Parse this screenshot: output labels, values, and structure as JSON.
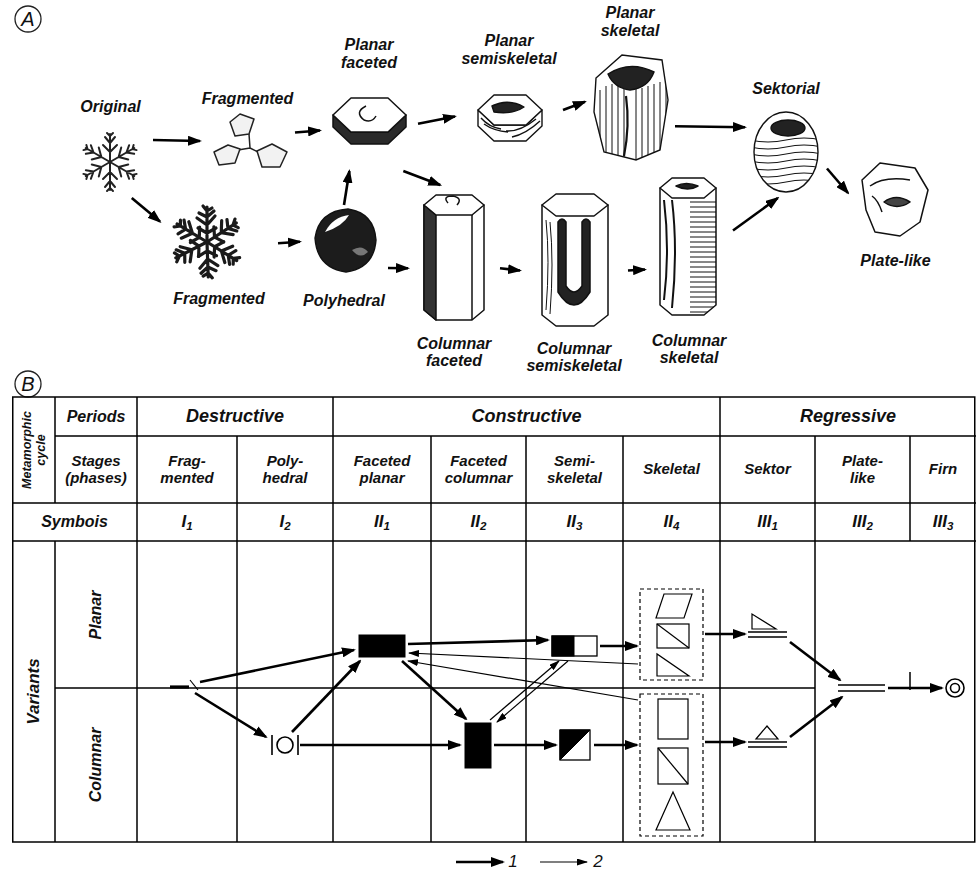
{
  "diagram": {
    "nodes": [
      {
        "text": [
          "Original"
        ]
      },
      {
        "text": [
          "Fragmented"
        ]
      },
      {
        "text": [
          "Planar faceted"
        ]
      },
      {
        "text": [
          "Planar semiskeletal"
        ]
      },
      {
        "text": [
          "Planar skeletal"
        ]
      },
      {
        "text": [
          "Sektorial"
        ]
      },
      {
        "text": [
          "Plate-like"
        ]
      },
      {
        "text": [
          "Fragmented"
        ]
      },
      {
        "text": [
          "Polyhedral"
        ]
      },
      {
        "text": [
          "Columnar faceted"
        ]
      },
      {
        "text": [
          "Columnar semiskeletal"
        ]
      },
      {
        "text": [
          "Columnar skeletal"
        ]
      }
    ],
    "edges": [
      {
        "from": 0,
        "to": 1,
        "arrow": "to"
      },
      {
        "from": 0,
        "to": 7,
        "arrow": "to"
      },
      {
        "from": 1,
        "to": 2,
        "arrow": "to"
      },
      {
        "from": 2,
        "to": 3,
        "arrow": "to"
      },
      {
        "from": 3,
        "to": 4,
        "arrow": "to"
      },
      {
        "from": 4,
        "to": 5,
        "arrow": "to"
      },
      {
        "from": 5,
        "to": 6,
        "arrow": "to"
      },
      {
        "from": 7,
        "to": 8,
        "arrow": "to"
      },
      {
        "from": 8,
        "to": 2,
        "arrow": "to"
      },
      {
        "from": 8,
        "to": 9,
        "arrow": "to"
      },
      {
        "from": 2,
        "to": 9,
        "arrow": "to"
      },
      {
        "from": 9,
        "to": 10,
        "arrow": "to"
      },
      {
        "from": 10,
        "to": 11,
        "arrow": "to"
      },
      {
        "from": 11,
        "to": 5,
        "arrow": "to"
      }
    ],
    "labels": [
      "A",
      "B",
      "Metamorphic cycle",
      "Periods",
      "Destructive",
      "Constructive",
      "Regressive",
      "Stages (phases)",
      "Frag- mented",
      "Poly- hedral",
      "Faceted planar",
      "Faceted columnar",
      "Semi- skeletal",
      "Skeletal",
      "Sektor",
      "Plate- like",
      "Firn",
      "Symbois",
      "I1",
      "I2",
      "II1",
      "II2",
      "II3",
      "II4",
      "III1",
      "III2",
      "III3",
      "Variants",
      "Planar",
      "Columnar"
    ],
    "legend": [
      {
        "text": "1"
      },
      {
        "text": "2"
      }
    ]
  }
}
